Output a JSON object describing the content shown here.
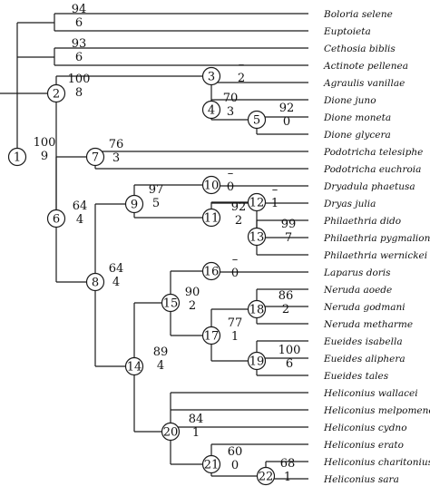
{
  "taxa": [
    "Boloria selene",
    "Euptoieta",
    "Cethosia biblis",
    "Actinote pellenea",
    "Agraulis vanillae",
    "Dione juno",
    "Dione moneta",
    "Dione glycera",
    "Podotricha telesiphe",
    "Podotricha euchroia",
    "Dryadula phaetusa",
    "Dryas julia",
    "Philaethria dido",
    "Philaethria pygmalion",
    "Philaethria wernickei",
    "Laparus doris",
    "Neruda aoede",
    "Neruda godmani",
    "Neruda metharme",
    "Eueides isabella",
    "Eueides aliphera",
    "Eueides tales",
    "Heliconius wallacei",
    "Heliconius melpomene",
    "Heliconius cydno",
    "Heliconius erato",
    "Heliconius charitonius",
    "Heliconius sara"
  ],
  "numbered_nodes": [
    {
      "id": "1",
      "upper": "100",
      "lower": "9"
    },
    {
      "id": "2",
      "upper": "100",
      "lower": "8"
    },
    {
      "id": "3",
      "upper": "–",
      "lower": "2"
    },
    {
      "id": "4",
      "upper": "70",
      "lower": "3"
    },
    {
      "id": "5",
      "upper": "92",
      "lower": "0"
    },
    {
      "id": "6",
      "upper": "64",
      "lower": "4"
    },
    {
      "id": "7",
      "upper": "76",
      "lower": "3"
    },
    {
      "id": "8",
      "upper": "64",
      "lower": "4"
    },
    {
      "id": "9",
      "upper": "97",
      "lower": "5"
    },
    {
      "id": "10",
      "upper": "–",
      "lower": "0"
    },
    {
      "id": "11",
      "upper": "92",
      "lower": "2"
    },
    {
      "id": "12",
      "upper": "–",
      "lower": "1"
    },
    {
      "id": "13",
      "upper": "99",
      "lower": "7"
    },
    {
      "id": "14",
      "upper": "89",
      "lower": "4"
    },
    {
      "id": "15",
      "upper": "90",
      "lower": "2"
    },
    {
      "id": "16",
      "upper": "–",
      "lower": "0"
    },
    {
      "id": "17",
      "upper": "77",
      "lower": "1"
    },
    {
      "id": "18",
      "upper": "86",
      "lower": "2"
    },
    {
      "id": "19",
      "upper": "100",
      "lower": "6"
    },
    {
      "id": "20",
      "upper": "84",
      "lower": "1"
    },
    {
      "id": "21",
      "upper": "60",
      "lower": "0"
    },
    {
      "id": "22",
      "upper": "68",
      "lower": "1"
    }
  ],
  "unnumbered_clades": [
    {
      "name": "boloria-euptoieta",
      "upper": "94",
      "lower": "6"
    },
    {
      "name": "cethosia-actinote",
      "upper": "93",
      "lower": "6"
    }
  ]
}
